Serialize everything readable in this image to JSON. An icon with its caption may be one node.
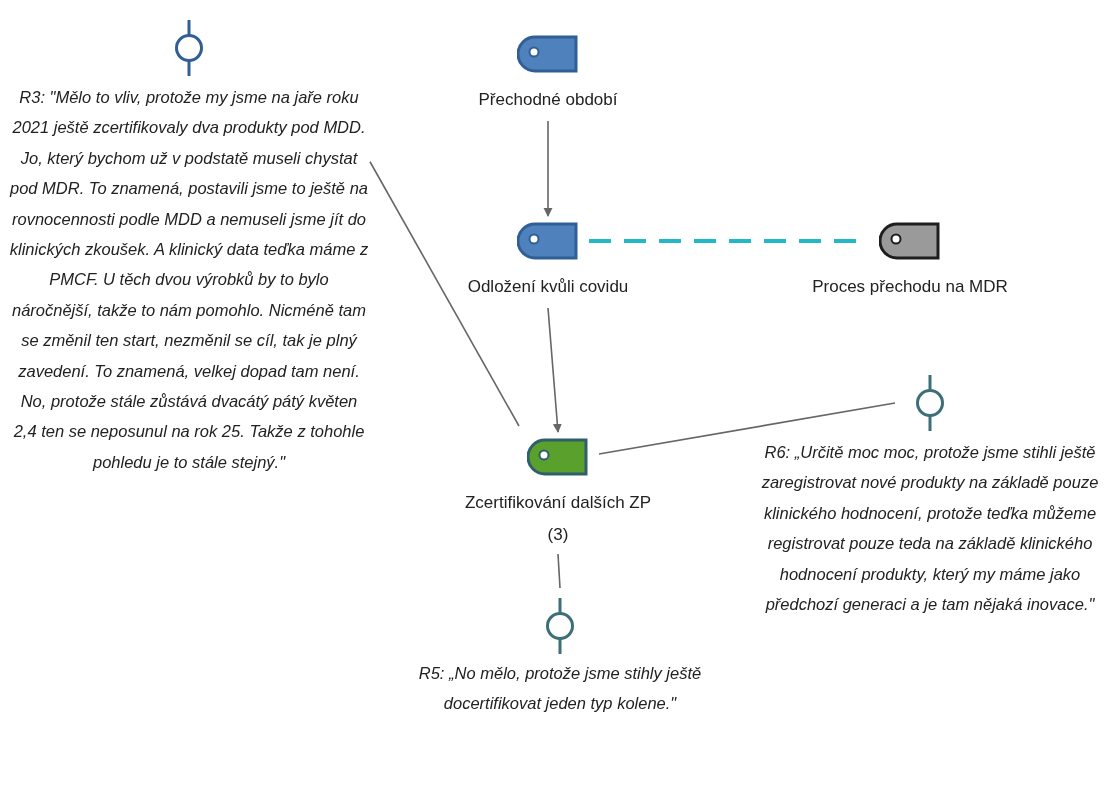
{
  "diagram": {
    "nodes": [
      {
        "text": [
          "Přechodné období"
        ]
      },
      {
        "text": [
          "Odložení kvůli covidu"
        ]
      },
      {
        "text": [
          "Proces přechodu na MDR"
        ]
      },
      {
        "text": [
          "Zcertifikování dalších ZP",
          "(3)"
        ]
      },
      {
        "text": [
          "R3: \"Mělo to vliv, protože my jsme na jaře roku 2021 ještě zcertifikovaly dva produkty pod MDD. Jo, který bychom už v podstatě museli chystat pod MDR. To znamená, postavili jsme to ještě na rovnocennosti podle MDD a nemuseli jsme jít do klinických zkoušek. A klinický data teďka máme z PMCF. U těch dvou výrobků by to bylo náročnější, takže to nám pomohlo. Nicméně tam se změnil ten start, nezměnil se cíl, tak je plný zavedení. To znamená, velkej dopad tam není. No, protože stále zůstává dvacátý pátý květen 2,4 ten se neposunul na rok 25. Takže z tohohle pohledu je to stále stejný.\""
        ]
      },
      {
        "text": [
          "R6: „Určitě moc moc, protože jsme stihli ještě zaregistrovat nové produkty na základě pouze klinického hodnocení, protože teďka můžeme registrovat pouze teda na základě klinického hodnocení produkty, který my máme jako předchozí generaci a je tam nějaká inovace.\""
        ]
      },
      {
        "text": [
          "R5: „No mělo, protože jsme stihly ještě docertifikovat jeden typ kolene.\""
        ]
      }
    ],
    "edges": [
      {
        "from": 0,
        "to": 1,
        "arrow": "to"
      },
      {
        "from": 1,
        "to": 2,
        "arrow": "none",
        "style": "dashed",
        "color": "#23b8c8"
      },
      {
        "from": 1,
        "to": 3,
        "arrow": "to"
      },
      {
        "from": 4,
        "to": 3,
        "arrow": "none"
      },
      {
        "from": 5,
        "to": 3,
        "arrow": "none"
      },
      {
        "from": 6,
        "to": 3,
        "arrow": "none"
      }
    ]
  }
}
